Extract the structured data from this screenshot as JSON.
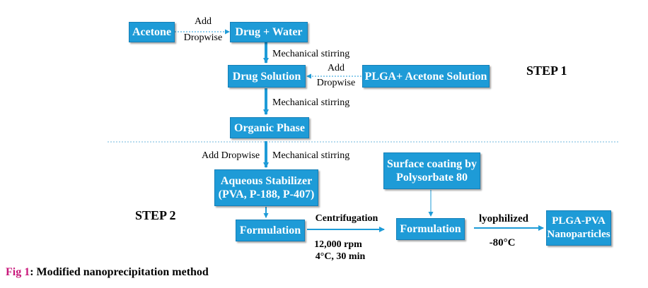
{
  "boxes": {
    "acetone": "Acetone",
    "drug_water": "Drug + Water",
    "drug_solution": "Drug Solution",
    "plga_acetone": "PLGA+ Acetone Solution",
    "organic_phase": "Organic Phase",
    "aqueous_stabilizer_line1": "Aqueous Stabilizer",
    "aqueous_stabilizer_line2": "(PVA, P-188, P-407)",
    "formulation_1": "Formulation",
    "surface_coating_line1": "Surface coating by",
    "surface_coating_line2": "Polysorbate 80",
    "formulation_2": "Formulation",
    "nanoparticles_line1": "PLGA-PVA",
    "nanoparticles_line2": "Nanoparticles"
  },
  "labels": {
    "add_1": "Add",
    "dropwise_1": "Dropwise",
    "mech_stirring_1": "Mechanical stirring",
    "add_2": "Add",
    "dropwise_2": "Dropwise",
    "mech_stirring_2": "Mechanical stirring",
    "add_dropwise_3": "Add Dropwise",
    "mech_stirring_3": "Mechanical stirring",
    "centrifugation": "Centrifugation",
    "centrifugation_rpm": "12,000 rpm",
    "centrifugation_cond": "4°C, 30 min",
    "lyophilized": "lyophilized",
    "lyophilized_temp": "-80°C"
  },
  "steps": {
    "step1": "STEP 1",
    "step2": "STEP 2"
  },
  "caption": {
    "fig": "Fig 1",
    "text": ": Modified nanoprecipitation method"
  },
  "colors": {
    "box_fill": "#1e9bd7",
    "arrow": "#1e9bd7",
    "caption_fig": "#c8177a"
  }
}
